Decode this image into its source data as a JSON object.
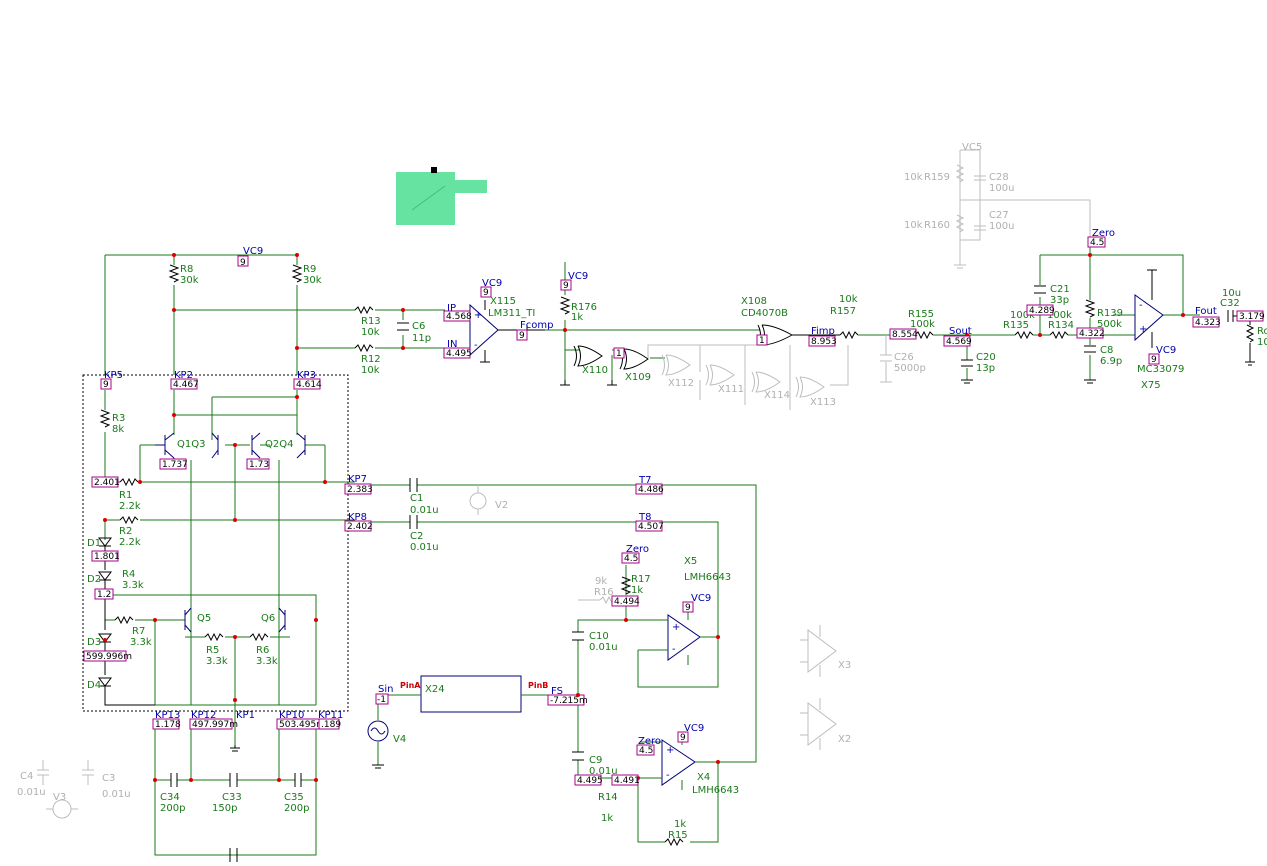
{
  "colors": {
    "wire": "#1a7a1a",
    "grey": "#bdbdbd",
    "node_label": "#0000aa",
    "probe_box": "#aa0088",
    "junction": "#dd0000",
    "highlight": "#66e3a0"
  },
  "voltages": {
    "vc9": "9",
    "kp5": "9",
    "kp2": "4.467",
    "kp3": "4.614",
    "ip": "4.568",
    "in": "4.495",
    "x115_out": "9",
    "vc9b": "9",
    "x109_in": "1",
    "x108_in": "1",
    "fimp": "8.953",
    "n155": "8.554",
    "sout": "4.569",
    "n21": "4.289",
    "n134": "4.322",
    "zero_top": "4.5",
    "x75_vc9": "9",
    "fout": "4.323",
    "n32": "3.179",
    "q1": "1.737",
    "q2": "1.73",
    "kp7": "2.383",
    "kp8": "2.402",
    "n2401": "2.401",
    "t7": "4.486",
    "t8": "4.507",
    "d1": "1.801",
    "d2": "1.2",
    "d3": "599.996m",
    "zero_x5": "4.5",
    "r16n": "4.494",
    "x5_vc9": "9",
    "kp13": "1.178",
    "kp12": "497.997m",
    "kp10": "503.495m",
    "kp11": ".189",
    "sin": "-1",
    "fs": "-7.215m",
    "zero_x4": "4.5",
    "x4_vc9": "9",
    "c9a": "4.495",
    "c9b": "4.491"
  },
  "labels": {
    "vc9_node": "VC9",
    "kp5": "KP5",
    "kp2": "KP2",
    "kp3": "KP3",
    "r8": "R8",
    "r8v": "30k",
    "r9": "R9",
    "r9v": "30k",
    "r13": "R13",
    "r13v": "10k",
    "r12": "R12",
    "r12v": "10k",
    "c6": "C6",
    "c6v": "11p",
    "ip": "IP",
    "in": "IN",
    "x115": "X115",
    "lm311": "LM311_TI",
    "fcomp": "Fcomp",
    "vc9b": "VC9",
    "r176": "R176",
    "r176v": "1k",
    "x110": "X110",
    "x109": "X109",
    "x112": "X112",
    "x111": "X111",
    "x114": "X114",
    "x113": "X113",
    "x108": "X108",
    "cd4070b": "CD4070B",
    "fimp": "Fimp",
    "r157v": "10k",
    "r157": "R157",
    "r155": "R155",
    "r155v": "100k",
    "c26": "C26",
    "c26v": "5000p",
    "sout": "Sout",
    "c20": "C20",
    "c20v": "13p",
    "r135": "R135",
    "r135v": "100k",
    "r134": "R134",
    "r134v": "100k",
    "c21": "C21",
    "c21v": "33p",
    "r139": "R139",
    "r139v": "500k",
    "c8": "C8",
    "c8v": "6.9p",
    "zero": "Zero",
    "vc9c": "VC9",
    "mc33079": "MC33079",
    "x75": "X75",
    "fout": "Fout",
    "c32v": "10u",
    "c32": "C32",
    "ro": "Ro",
    "ro2": "10",
    "vc5": "VC5",
    "r159v": "10k",
    "r159": "R159",
    "r160v": "10k",
    "r160": "R160",
    "c28": "C28",
    "c28v": "100u",
    "c27": "C27",
    "c27v": "100u",
    "r3": "R3",
    "r3v": "8k",
    "q1q3": "Q1Q3",
    "q2q4": "Q2Q4",
    "r1": "R1",
    "r1v": "2.2k",
    "r2": "R2",
    "r2v": "2.2k",
    "kp7": "KP7",
    "kp8": "KP8",
    "c1": "C1",
    "c1v": "0.01u",
    "c2": "C2",
    "c2v": "0.01u",
    "v2": "V2",
    "t7": "T7",
    "t8": "T8",
    "d1": "D1",
    "d2": "D2",
    "d3": "D3",
    "d4": "D4",
    "r4": "R4",
    "r4v": "3.3k",
    "r7": "R7",
    "r7v": "3.3k",
    "q5": "Q5",
    "q6": "Q6",
    "r5": "R5",
    "r5v": "3.3k",
    "r6": "R6",
    "r6v": "3.3k",
    "kp13": "KP13",
    "kp12": "KP12",
    "kp1": "KP1",
    "kp10": "KP10",
    "kp11": "KP11",
    "c34": "C34",
    "c34v": "200p",
    "c33": "C33",
    "c33v": "150p",
    "c35": "C35",
    "c35v": "200p",
    "c4": "C4",
    "c4v": "0.01u",
    "c3": "C3",
    "c3v": "0.01u",
    "v3": "V3",
    "sin": "Sin",
    "pina": "PinA",
    "x24": "X24",
    "pinb": "PinB",
    "fs": "FS",
    "v4": "V4",
    "zero_x5": "Zero",
    "r17": "R17",
    "r17v": "1k",
    "r16v": "9k",
    "r16": "R16",
    "x5": "X5",
    "lmh6643": "LMH6643",
    "vc9_x5": "VC9",
    "c10": "C10",
    "c10v": "0.01u",
    "c9": "C9",
    "c9v": "0.01u",
    "zero_x4": "Zero",
    "vc9_x4": "VC9",
    "x4": "X4",
    "lmh6643b": "LMH6643",
    "r14": "R14",
    "r14v": "1k",
    "r15v": "1k",
    "r15": "R15",
    "x3": "X3",
    "x2": "X2"
  }
}
